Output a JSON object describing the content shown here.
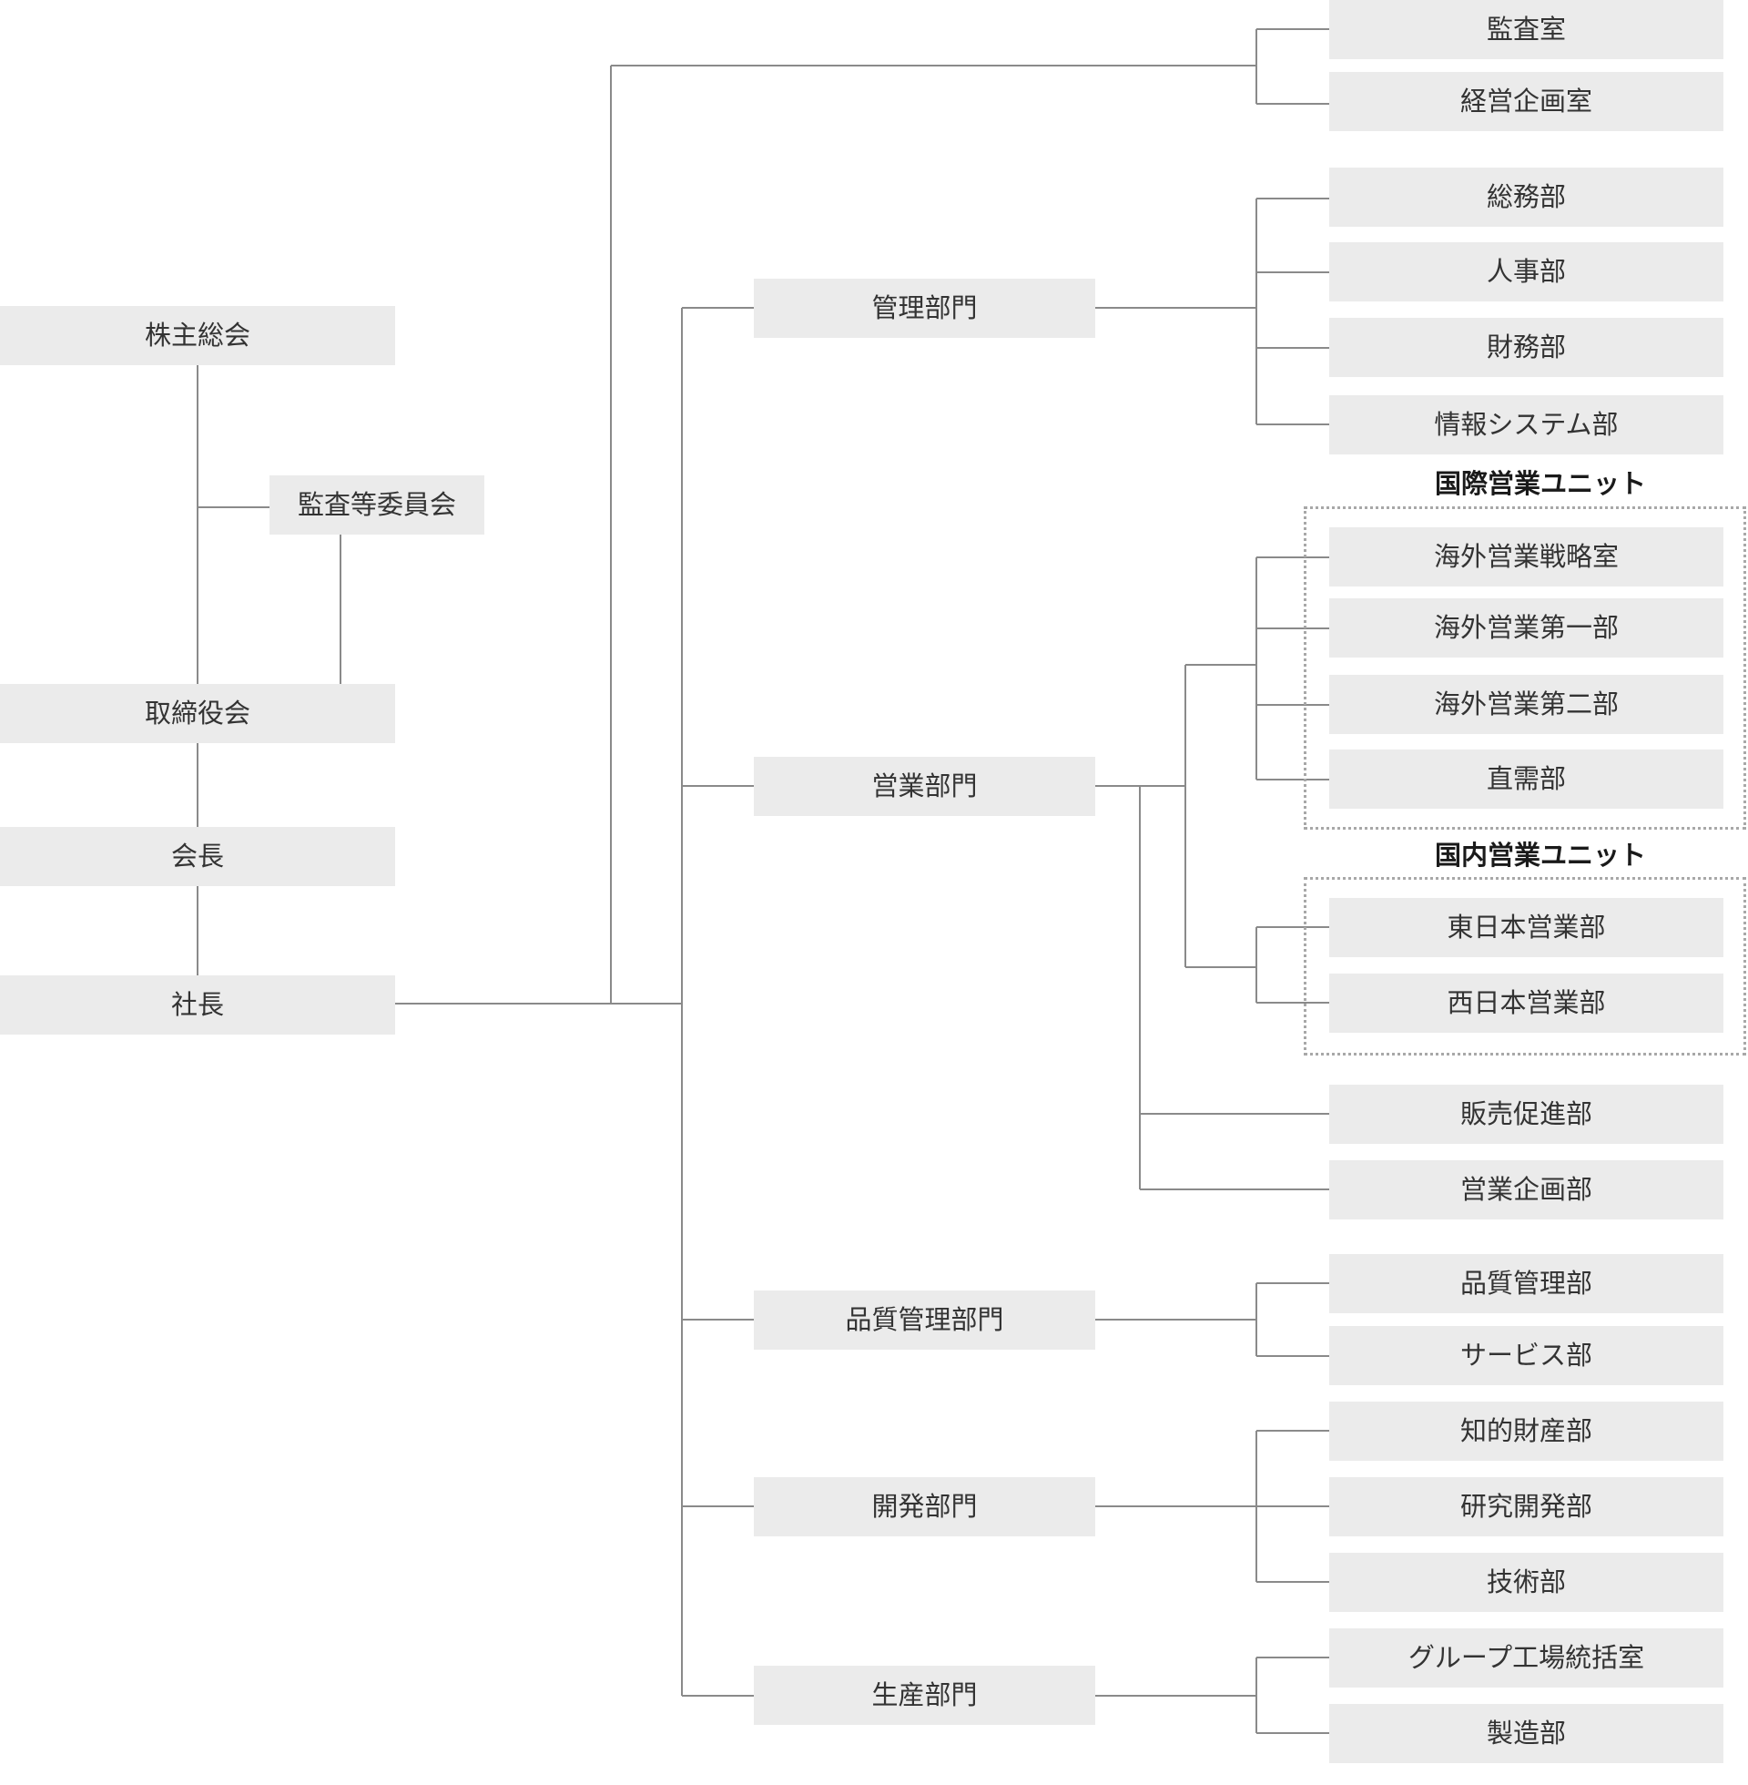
{
  "governance": {
    "shareholders": "株主総会",
    "audit_committee": "監査等委員会",
    "board": "取締役会",
    "chairman": "会長",
    "president": "社長"
  },
  "staff": {
    "audit_office": "監査室",
    "planning_office": "経営企画室"
  },
  "divisions": {
    "admin": {
      "label": "管理部門",
      "departments": [
        "総務部",
        "人事部",
        "財務部",
        "情報システム部"
      ]
    },
    "sales": {
      "label": "営業部門",
      "intl_unit": {
        "title": "国際営業ユニット",
        "departments": [
          "海外営業戦略室",
          "海外営業第一部",
          "海外営業第二部",
          "直需部"
        ]
      },
      "domestic_unit": {
        "title": "国内営業ユニット",
        "departments": [
          "東日本営業部",
          "西日本営業部"
        ]
      },
      "departments": [
        "販売促進部",
        "営業企画部"
      ]
    },
    "quality": {
      "label": "品質管理部門",
      "departments": [
        "品質管理部",
        "サービス部"
      ]
    },
    "development": {
      "label": "開発部門",
      "departments": [
        "知的財産部",
        "研究開発部",
        "技術部"
      ]
    },
    "production": {
      "label": "生産部門",
      "departments": [
        "グループ工場統括室",
        "製造部"
      ]
    }
  }
}
